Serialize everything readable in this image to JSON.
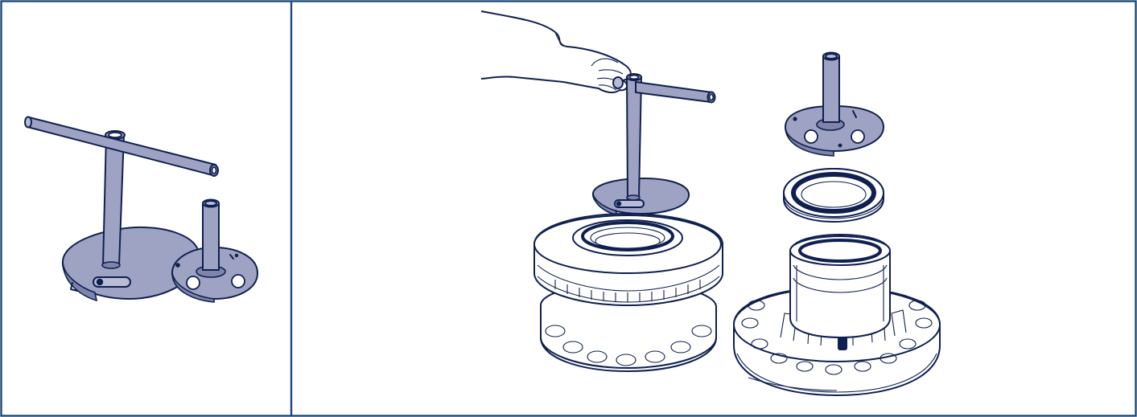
{
  "figure": {
    "panels": [
      {
        "id": "left",
        "content": [
          "t-handle-press-tool",
          "pilot-drift"
        ]
      },
      {
        "id": "right",
        "content": [
          "hand",
          "t-handle-press-tool",
          "brake-disc-hub-assembly",
          "pilot-drift",
          "hub-seal",
          "wheel-hub"
        ]
      }
    ],
    "colors": {
      "frame": "#1f4a77",
      "line": "#0f2050",
      "tool_fill": "#9ea3c4",
      "part_fill": "#ffffff"
    }
  }
}
